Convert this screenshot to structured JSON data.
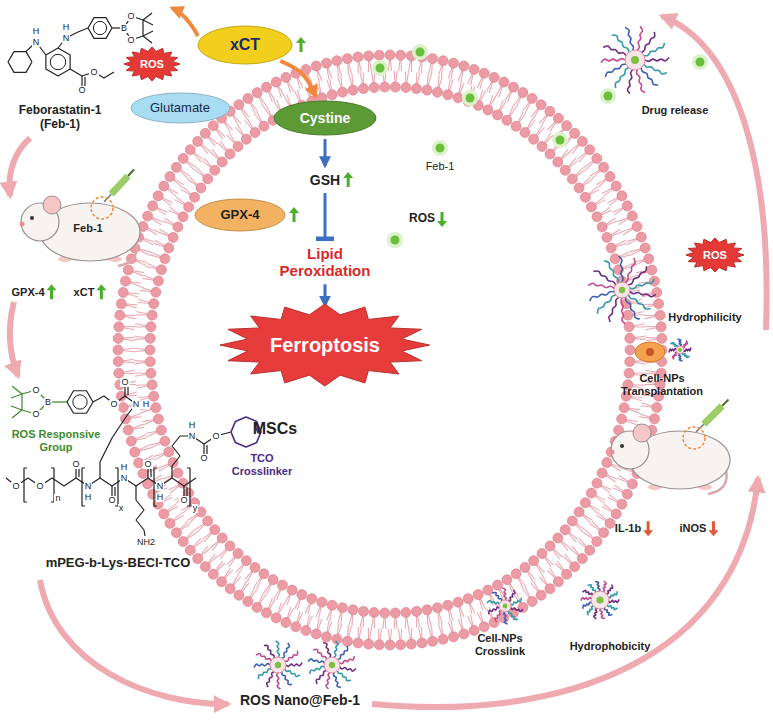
{
  "diagram": {
    "nodes": [
      {
        "text": [
          "ROS"
        ]
      },
      {
        "text": [
          "xCT"
        ]
      },
      {
        "text": [
          "Glutamate"
        ]
      },
      {
        "text": [
          "Cystine"
        ]
      },
      {
        "text": [
          "GSH"
        ]
      },
      {
        "text": [
          "GPX-4"
        ]
      },
      {
        "text": [
          "Lipid Peroxidation"
        ]
      },
      {
        "text": [
          "Ferroptosis"
        ]
      },
      {
        "text": [
          "ROS"
        ]
      }
    ],
    "edges": [
      {
        "from": 1,
        "to": 3,
        "arrow": "to"
      },
      {
        "from": 3,
        "to": 4,
        "arrow": "to"
      },
      {
        "from": 4,
        "to": 6,
        "arrow": "to"
      },
      {
        "from": 6,
        "to": 7,
        "arrow": "to"
      }
    ],
    "labels": [
      "Feborastatin-1 (Feb-1)",
      "Feb-1",
      "GPX-4",
      "xCT",
      "Feb-1",
      "ROS",
      "MSCs",
      "Drug release",
      "Hydrophilicity",
      "Cell-NPs Transplantation",
      "IL-1b",
      "iNOS",
      "Hydrophobicity",
      "Cell-NPs Crosslink",
      "ROS Nano@Feb-1",
      "mPEG-b-Lys-BECl-TCO",
      "TCO Crosslinker",
      "ROS Responsive Group",
      "H",
      "N",
      "H",
      "N",
      "B",
      "O",
      "O",
      "O",
      "O",
      "O",
      "O",
      "B",
      "O",
      "O",
      "N",
      "H",
      "O",
      "O",
      "n",
      "O",
      "N",
      "H",
      "x",
      "O",
      "N",
      "H",
      "O",
      "NH2",
      "N",
      "H",
      "O",
      "y",
      "N",
      "H",
      "O",
      "O"
    ]
  }
}
